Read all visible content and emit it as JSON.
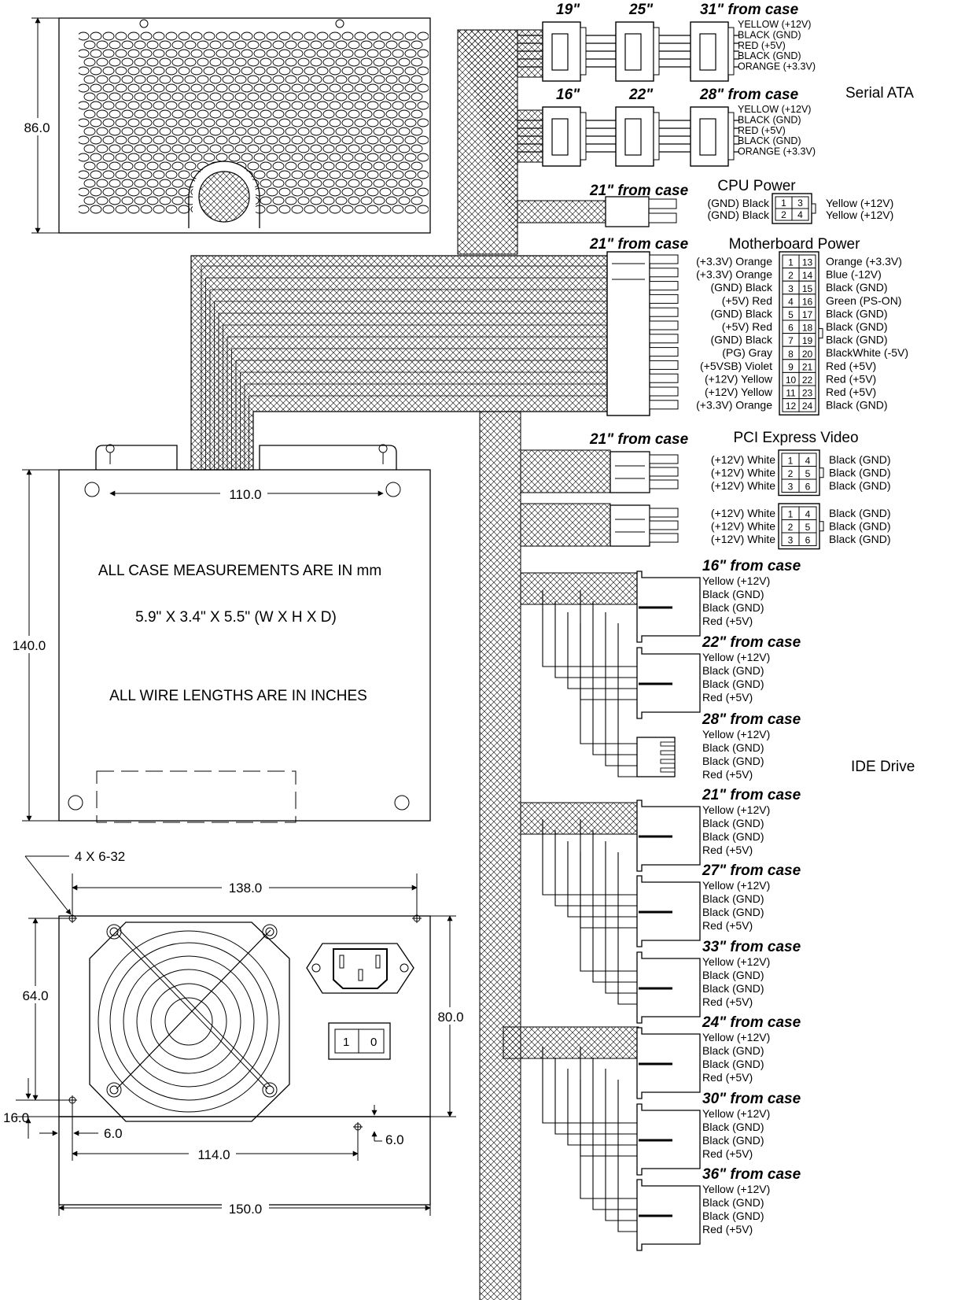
{
  "case": {
    "top_height_label": "86.0",
    "side_height_label": "140.0",
    "side_width_label": "110.0",
    "note_units": "ALL CASE MEASUREMENTS ARE IN mm",
    "note_size": "5.9\" X 3.4\" X 5.5\" (W X H X D)",
    "note_wires": "ALL WIRE LENGTHS ARE IN INCHES",
    "screw_label": "4 X 6-32",
    "dim_138": "138.0",
    "dim_64": "64.0",
    "dim_80": "80.0",
    "dim_16": "16.0",
    "dim_6_left": "6.0",
    "dim_114": "114.0",
    "dim_6_right": "6.0",
    "dim_150": "150.0",
    "switch_on": "1",
    "switch_off": "0"
  },
  "sata": {
    "section_label": "Serial ATA",
    "groups": [
      {
        "lengths": [
          "19\"",
          "25\"",
          "31\"  from case"
        ],
        "wires": [
          "YELLOW (+12V)",
          "BLACK (GND)",
          "RED (+5V)",
          "BLACK (GND)",
          "ORANGE (+3.3V)"
        ]
      },
      {
        "lengths": [
          "16\"",
          "22\"",
          "28\"  from case"
        ],
        "wires": [
          "YELLOW (+12V)",
          "BLACK (GND)",
          "RED (+5V)",
          "BLACK (GND)",
          "ORANGE (+3.3V)"
        ]
      }
    ]
  },
  "cpu": {
    "length": "21\" from case",
    "title": "CPU Power",
    "left": [
      "(GND) Black",
      "(GND) Black"
    ],
    "right": [
      "Yellow (+12V)",
      "Yellow (+12V)"
    ],
    "pins": [
      [
        "1",
        "3"
      ],
      [
        "2",
        "4"
      ]
    ]
  },
  "mobo": {
    "length": "21\" from case",
    "title": "Motherboard Power",
    "left": [
      "(+3.3V) Orange",
      "(+3.3V) Orange",
      "(GND) Black",
      "(+5V) Red",
      "(GND) Black",
      "(+5V) Red",
      "(GND) Black",
      "(PG) Gray",
      "(+5VSB) Violet",
      "(+12V) Yellow",
      "(+12V) Yellow",
      "(+3.3V) Orange"
    ],
    "right": [
      "Orange (+3.3V)",
      "Blue (-12V)",
      "Black (GND)",
      "Green (PS-ON)",
      "Black (GND)",
      "Black (GND)",
      "Black (GND)",
      "BlackWhite (-5V)",
      "Red (+5V)",
      "Red (+5V)",
      "Red (+5V)",
      "Black (GND)"
    ],
    "pins": [
      [
        "1",
        "13"
      ],
      [
        "2",
        "14"
      ],
      [
        "3",
        "15"
      ],
      [
        "4",
        "16"
      ],
      [
        "5",
        "17"
      ],
      [
        "6",
        "18"
      ],
      [
        "7",
        "19"
      ],
      [
        "8",
        "20"
      ],
      [
        "9",
        "21"
      ],
      [
        "10",
        "22"
      ],
      [
        "11",
        "23"
      ],
      [
        "12",
        "24"
      ]
    ]
  },
  "pcie": {
    "length": "21\" from case",
    "title": "PCI Express Video",
    "left": [
      "(+12V) White",
      "(+12V) White",
      "(+12V) White"
    ],
    "right": [
      "Black (GND)",
      "Black (GND)",
      "Black (GND)"
    ],
    "pins": [
      [
        "1",
        "4"
      ],
      [
        "2",
        "5"
      ],
      [
        "3",
        "6"
      ]
    ]
  },
  "ide": {
    "section_label": "IDE Drive",
    "wires": [
      "Yellow (+12V)",
      "Black (GND)",
      "Black (GND)",
      "Red (+5V)"
    ],
    "lengths": [
      "16\" from case",
      "22\" from case",
      "28\" from case",
      "21\" from case",
      "27\" from case",
      "33\" from case",
      "24\" from case",
      "30\" from case",
      "36\" from case"
    ]
  }
}
